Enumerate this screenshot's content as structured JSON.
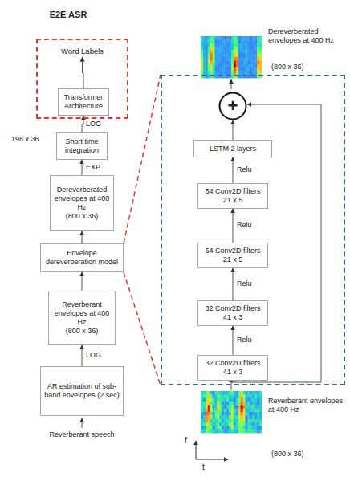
{
  "diagram": {
    "title": "E2E ASR",
    "nodes": [
      {
        "text": [
          "Word Labels"
        ]
      },
      {
        "text": [
          "Transformer Architecture"
        ],
        "in": 0
      },
      {
        "text": [
          "Short time integration"
        ]
      },
      {
        "text": [
          "Dereverberated envelopes at 400 Hz",
          "(800 x 36)"
        ]
      },
      {
        "text": [
          "Envelope dereverberation model"
        ]
      },
      {
        "text": [
          "Reverberant envelopes at 400 Hz",
          "(800 x 36)"
        ]
      },
      {
        "text": [
          "AR estimation of sub-band envelopes (2 sec)"
        ]
      },
      {
        "text": []
      },
      {
        "text": [
          "+"
        ],
        "in": 7
      },
      {
        "text": [
          "LSTM 2 layers"
        ],
        "in": 7
      },
      {
        "text": [
          "64 Conv2D filters 21 x 5"
        ],
        "in": 7
      },
      {
        "text": [
          "64 Conv2D filters 21 x 5"
        ],
        "in": 7
      },
      {
        "text": [
          "32 Conv2D filters 41 x 3"
        ],
        "in": 7
      },
      {
        "text": [
          "32 Conv2D filters 41 x 3"
        ],
        "in": 7
      }
    ],
    "edges": [
      {
        "from": 1,
        "to": 0,
        "arrow": "to"
      },
      {
        "from": 2,
        "to": 1,
        "arrow": "to",
        "label": "LOG"
      },
      {
        "from": 3,
        "to": 2,
        "arrow": "to",
        "label": "EXP"
      },
      {
        "from": 4,
        "to": 3,
        "arrow": "to"
      },
      {
        "from": 5,
        "to": 4,
        "arrow": "to"
      },
      {
        "from": 6,
        "to": 5,
        "arrow": "to",
        "label": "LOG"
      },
      {
        "from": 13,
        "to": 12,
        "arrow": "to",
        "label": "Relu"
      },
      {
        "from": 12,
        "to": 11,
        "arrow": "to",
        "label": "Relu"
      },
      {
        "from": 11,
        "to": 10,
        "arrow": "to",
        "label": "Relu"
      },
      {
        "from": 10,
        "to": 9,
        "arrow": "to",
        "label": "Relu"
      },
      {
        "from": 9,
        "to": 8,
        "arrow": "to"
      }
    ],
    "labels": [
      "198 x 36",
      "Dereverberated envelopes at 400 Hz",
      "(800 x 36)",
      "Reverberant envelopes at 400 Hz",
      "(800 x 36)",
      "f",
      "t",
      "Reverberant speech"
    ]
  }
}
